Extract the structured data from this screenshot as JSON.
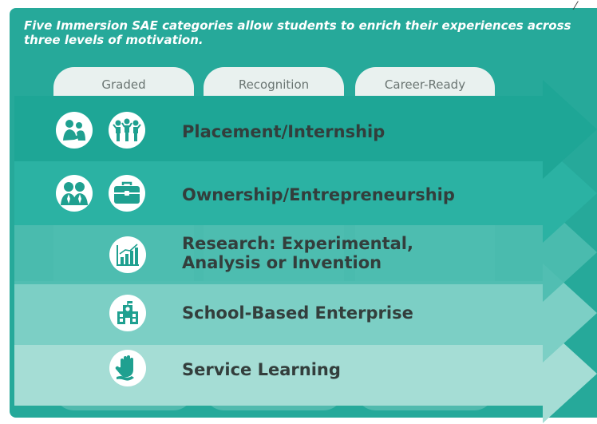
{
  "intro_text": "Five Immersion SAE categories allow students to enrich their experiences across three levels of motivation.",
  "columns": [
    {
      "label": "Graded"
    },
    {
      "label": "Recognition"
    },
    {
      "label": "Career-Ready"
    }
  ],
  "categories": [
    {
      "label": "Placement/Internship",
      "icons": [
        "handshake-people-icon",
        "group-people-icon"
      ]
    },
    {
      "label": "Ownership/Entrepreneurship",
      "icons": [
        "business-partners-icon",
        "briefcase-icon"
      ]
    },
    {
      "label": "Research: Experimental,\nAnalysis or Invention",
      "icons": [
        "bar-chart-icon"
      ]
    },
    {
      "label": "School-Based Enterprise",
      "icons": [
        "school-building-icon"
      ]
    },
    {
      "label": "Service Learning",
      "icons": [
        "helping-hand-icon"
      ]
    }
  ],
  "colors": {
    "background": "#26a99a",
    "arrows": [
      "#1ea696",
      "#2bb2a3",
      "#4dbdb0",
      "#7ccfc5",
      "#a5ddd5"
    ],
    "icon_fill": "#1fa090",
    "label_text": "#333e3c"
  }
}
